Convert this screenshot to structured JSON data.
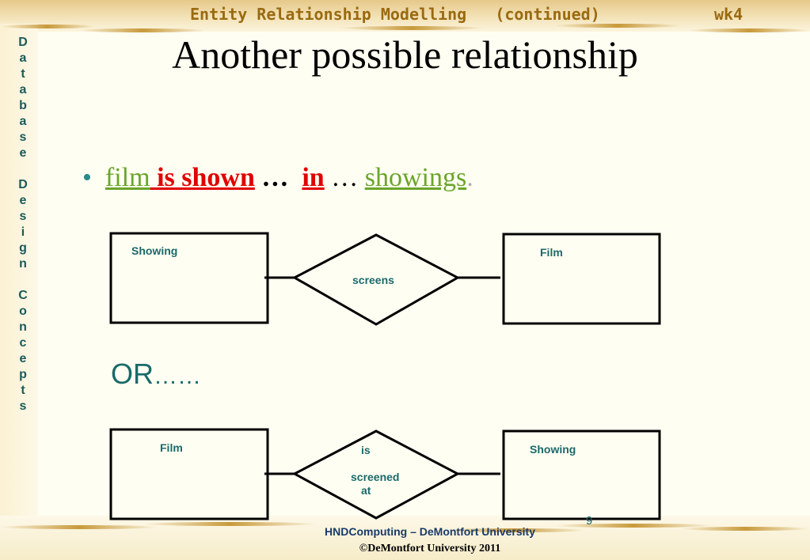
{
  "header": {
    "title": "Entity Relationship Modelling   (continued)",
    "week": "wk4"
  },
  "sidebar": {
    "letters": [
      "D",
      "a",
      "t",
      "a",
      "b",
      "a",
      "s",
      "e",
      "",
      "D",
      "e",
      "s",
      "i",
      "g",
      "n",
      "",
      "C",
      "o",
      "n",
      "c",
      "e",
      "p",
      "t",
      "s"
    ]
  },
  "slide": {
    "title": "Another possible relationship",
    "bullet": {
      "marker": "•",
      "p1": "film",
      "p2": " is shown",
      "p3": " …",
      "p4": "in",
      "p5": " … ",
      "p6": "showings",
      "p7": "."
    },
    "or_text": "OR",
    "or_dots": "……"
  },
  "diagram1": {
    "left_entity": "Showing",
    "relationship": "screens",
    "right_entity": "Film"
  },
  "diagram2": {
    "left_entity": "Film",
    "rel_line1": "is",
    "rel_line2": "screened",
    "rel_line3": "at",
    "right_entity": "Showing"
  },
  "footer": {
    "line1": "HNDComputing – DeMontfort  University",
    "line2": "©DeMontfort University 2011",
    "page_number": "9"
  }
}
